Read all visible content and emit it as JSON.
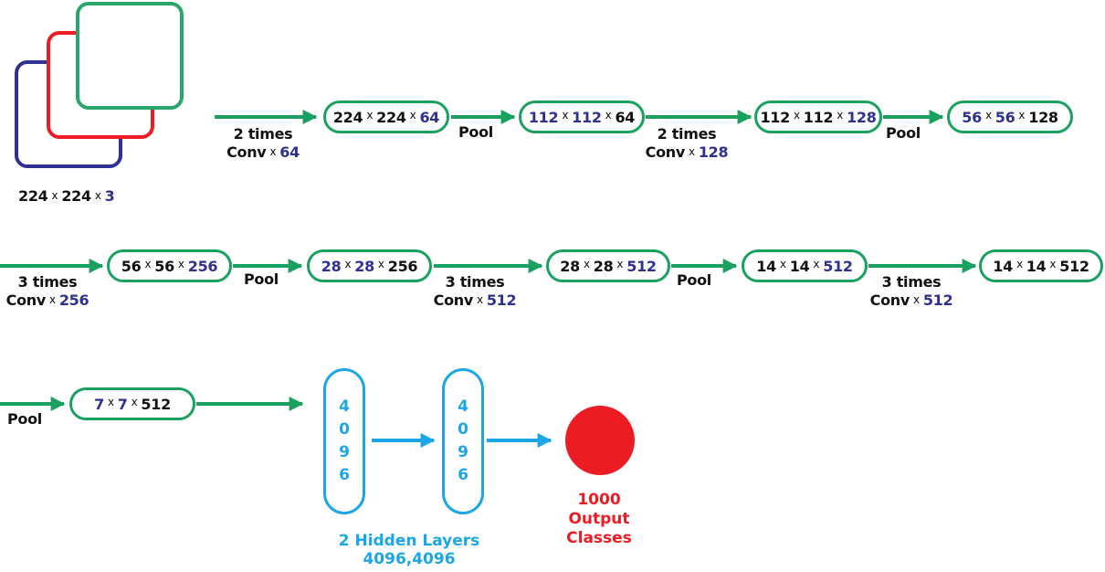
{
  "input": {
    "d1": "224",
    "d2": "224",
    "d3": "3"
  },
  "colors": {
    "green": "#1aa15f",
    "blue_text": "#2e3192",
    "cyan": "#1ca6e6",
    "red": "#ed1c24",
    "square_blue": "#2e3192",
    "square_red": "#ed1c24",
    "square_green": "#2aa66b"
  },
  "x_sign": "x",
  "row1": {
    "conv1_times": "2 times",
    "conv1_word": "Conv",
    "conv1_num": "64",
    "box1": [
      "224",
      "224",
      "64"
    ],
    "pool1": "Pool",
    "box2": [
      "112",
      "112",
      "64"
    ],
    "conv2_times": "2 times",
    "conv2_word": "Conv",
    "conv2_num": "128",
    "box3": [
      "112",
      "112",
      "128"
    ],
    "pool2": "Pool",
    "box4": [
      "56",
      "56",
      "128"
    ]
  },
  "row2": {
    "conv3_times": "3 times",
    "conv3_word": "Conv",
    "conv3_num": "256",
    "box5": [
      "56",
      "56",
      "256"
    ],
    "pool3": "Pool",
    "box6": [
      "28",
      "28",
      "256"
    ],
    "conv4_times": "3 times",
    "conv4_word": "Conv",
    "conv4_num": "512",
    "box7": [
      "28",
      "28",
      "512"
    ],
    "pool4": "Pool",
    "box8": [
      "14",
      "14",
      "512"
    ],
    "conv5_times": "3 times",
    "conv5_word": "Conv",
    "conv5_num": "512",
    "box9": [
      "14",
      "14",
      "512"
    ]
  },
  "row3": {
    "pool5": "Pool",
    "box10": [
      "7",
      "7",
      "512"
    ],
    "hidden1": [
      "4",
      "0",
      "9",
      "6"
    ],
    "hidden2": [
      "4",
      "0",
      "9",
      "6"
    ],
    "hidden_caption_1": "2 Hidden Layers",
    "hidden_caption_2": "4096,4096",
    "output_caption": [
      "1000",
      "Output",
      "Classes"
    ]
  }
}
